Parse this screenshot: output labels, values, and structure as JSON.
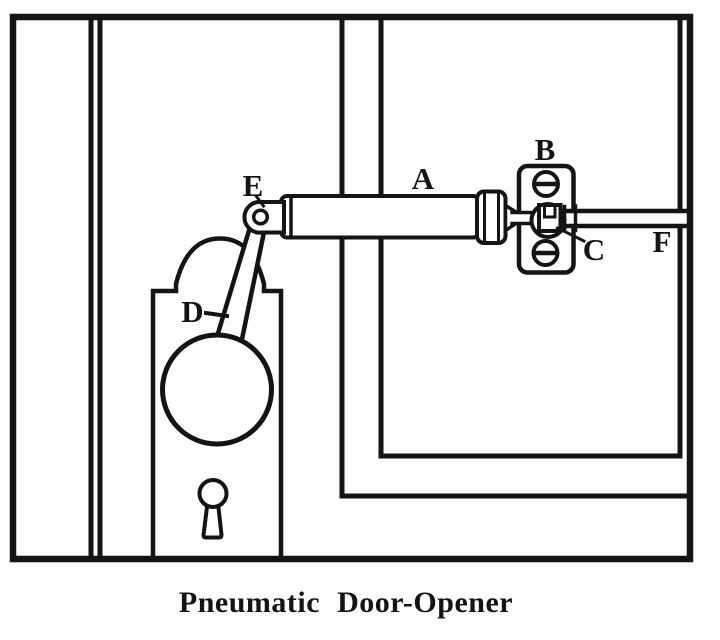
{
  "figure": {
    "caption": "Pneumatic Door-Opener",
    "labels": {
      "cylinder": "A",
      "bracket": "B",
      "coupling": "C",
      "link": "D",
      "pivot": "E",
      "rod": "F"
    },
    "colors": {
      "ink": "#141414",
      "paper": "#fdfdfc"
    }
  }
}
